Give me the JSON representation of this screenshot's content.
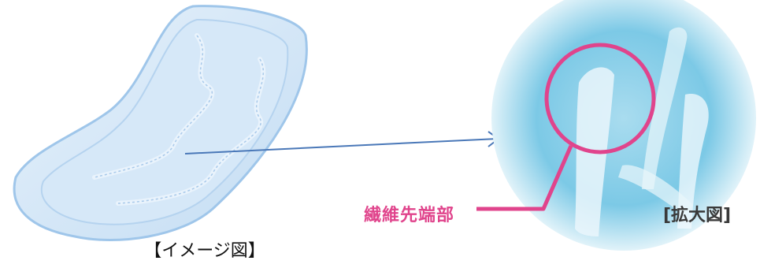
{
  "caption": "【イメージ図】",
  "callout_label": "繊維先端部",
  "zoom_label": "[拡大図]",
  "colors": {
    "pad_blue": "#cfe4f6",
    "pad_edge": "#9fc6ea",
    "arrow": "#4a78b8",
    "zoom_cyan": "#7cc9e6",
    "highlight_pink": "#e0448c"
  },
  "icons": [
    "pad-illustration",
    "zoom-circle",
    "arrow-line",
    "callout-circle"
  ]
}
